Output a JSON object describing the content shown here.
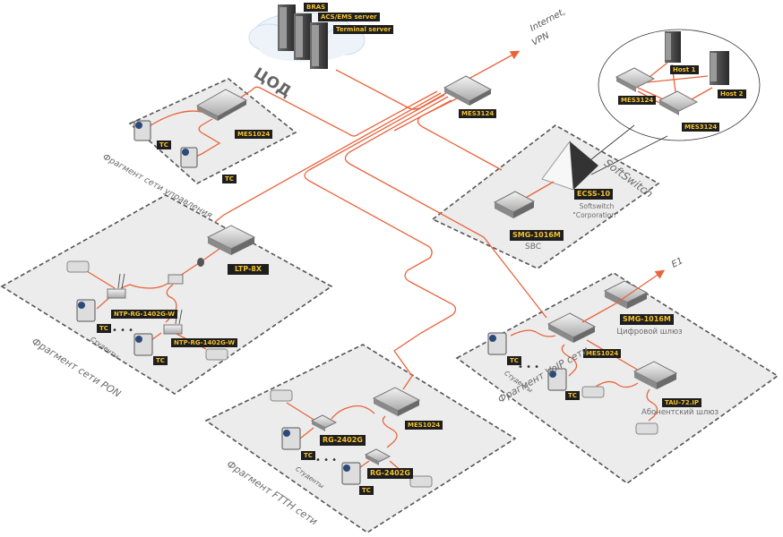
{
  "datacenter": {
    "label": "ЦОД",
    "servers": [
      "BRAS",
      "ACS/EMS server",
      "Terminal server"
    ]
  },
  "core": {
    "switch": "MES3124",
    "uplink": "Internet,\nVPN",
    "uplink_line1": "Internet,",
    "uplink_line2": "VPN"
  },
  "cluster": {
    "hosts": [
      "Host 1",
      "Host 2"
    ],
    "switches": [
      "MES3124",
      "MES3124"
    ]
  },
  "zones": {
    "management": {
      "title": "Фрагмент сети управления",
      "switch": "MES1024",
      "terminals": [
        "TC",
        "TC"
      ]
    },
    "softswitch": {
      "title": "SoftSwitch",
      "ecss": "ECSS-10",
      "ecss_caption_1": "Softswitch",
      "ecss_caption_2": "\"Corporation\"",
      "sbc": "SMG-1016M",
      "sbc_caption": "SBC"
    },
    "pon": {
      "title": "Фрагмент сети PON",
      "olt": "LTP-8X",
      "ont": [
        "NTP-RG-1402G-W",
        "NTP-RG-1402G-W"
      ],
      "terminals": [
        "TC",
        "TC"
      ],
      "students": "Студенты"
    },
    "voip": {
      "title": "Фрагмент VoIP сети",
      "switch": "MES1024",
      "gateway": "SMG-1016M",
      "gateway_caption": "Цифровой шлюз",
      "tau": "TAU-72.IP",
      "tau_caption": "Абонентский шлюз",
      "uplink": "E1",
      "terminals": [
        "TC",
        "TC"
      ],
      "students": "Студенты"
    },
    "ftth": {
      "title": "Фрагмент FTTH сети",
      "switch": "MES1024",
      "routers": [
        "RG-2402G",
        "RG-2402G"
      ],
      "terminals": [
        "TC",
        "TC"
      ],
      "students": "Студенты"
    }
  },
  "colors": {
    "link": "#e8643c",
    "tag_bg": "#1e1e1e",
    "tag_text": "#f2c12e",
    "zone_fill": "#ececec"
  }
}
